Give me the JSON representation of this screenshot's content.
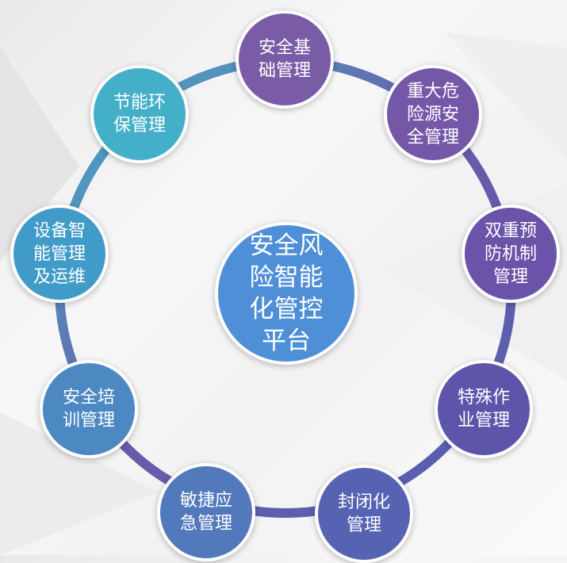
{
  "center": {
    "label": "安全风险智能化管控平台",
    "color": "#4f8fd8"
  },
  "nodes": [
    {
      "label": "安全基础管理",
      "color": "#7a5ba6"
    },
    {
      "label": "重大危险源安全管理",
      "color": "#7557a8"
    },
    {
      "label": "双重预防机制管理",
      "color": "#6a53a8"
    },
    {
      "label": "特殊作业管理",
      "color": "#5c55aa"
    },
    {
      "label": "封闭化管理",
      "color": "#5563b2"
    },
    {
      "label": "敏捷应急管理",
      "color": "#5379bd"
    },
    {
      "label": "安全培训管理",
      "color": "#4c88c2"
    },
    {
      "label": "设备智能管理及运维",
      "color": "#409bc8"
    },
    {
      "label": "节能环保管理",
      "color": "#43afc8"
    }
  ]
}
